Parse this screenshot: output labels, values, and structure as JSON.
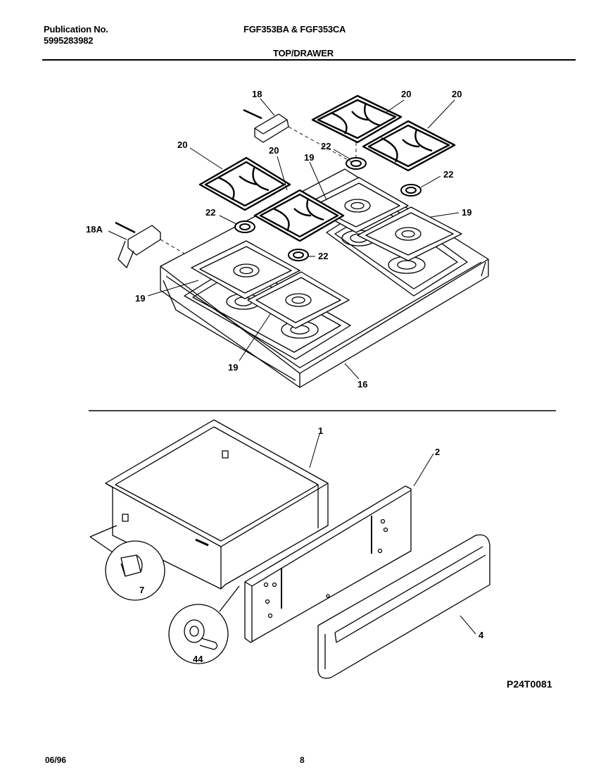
{
  "header": {
    "publication_label": "Publication No.",
    "publication_number": "5995283982",
    "models": "FGF353BA & FGF353CA",
    "section_title": "TOP/DRAWER"
  },
  "callouts": {
    "c18": "18",
    "c18a": "18A",
    "c20a": "20",
    "c20b": "20",
    "c20c": "20",
    "c20d": "20",
    "c22a": "22",
    "c22b": "22",
    "c22c": "22",
    "c22d": "22",
    "c19a": "19",
    "c19b": "19",
    "c19c": "19",
    "c19d": "19",
    "c16": "16",
    "c1": "1",
    "c2": "2",
    "c4": "4",
    "c7": "7",
    "c44": "44"
  },
  "diagram_code": "P24T0081",
  "footer": {
    "date": "06/96",
    "page": "8"
  }
}
